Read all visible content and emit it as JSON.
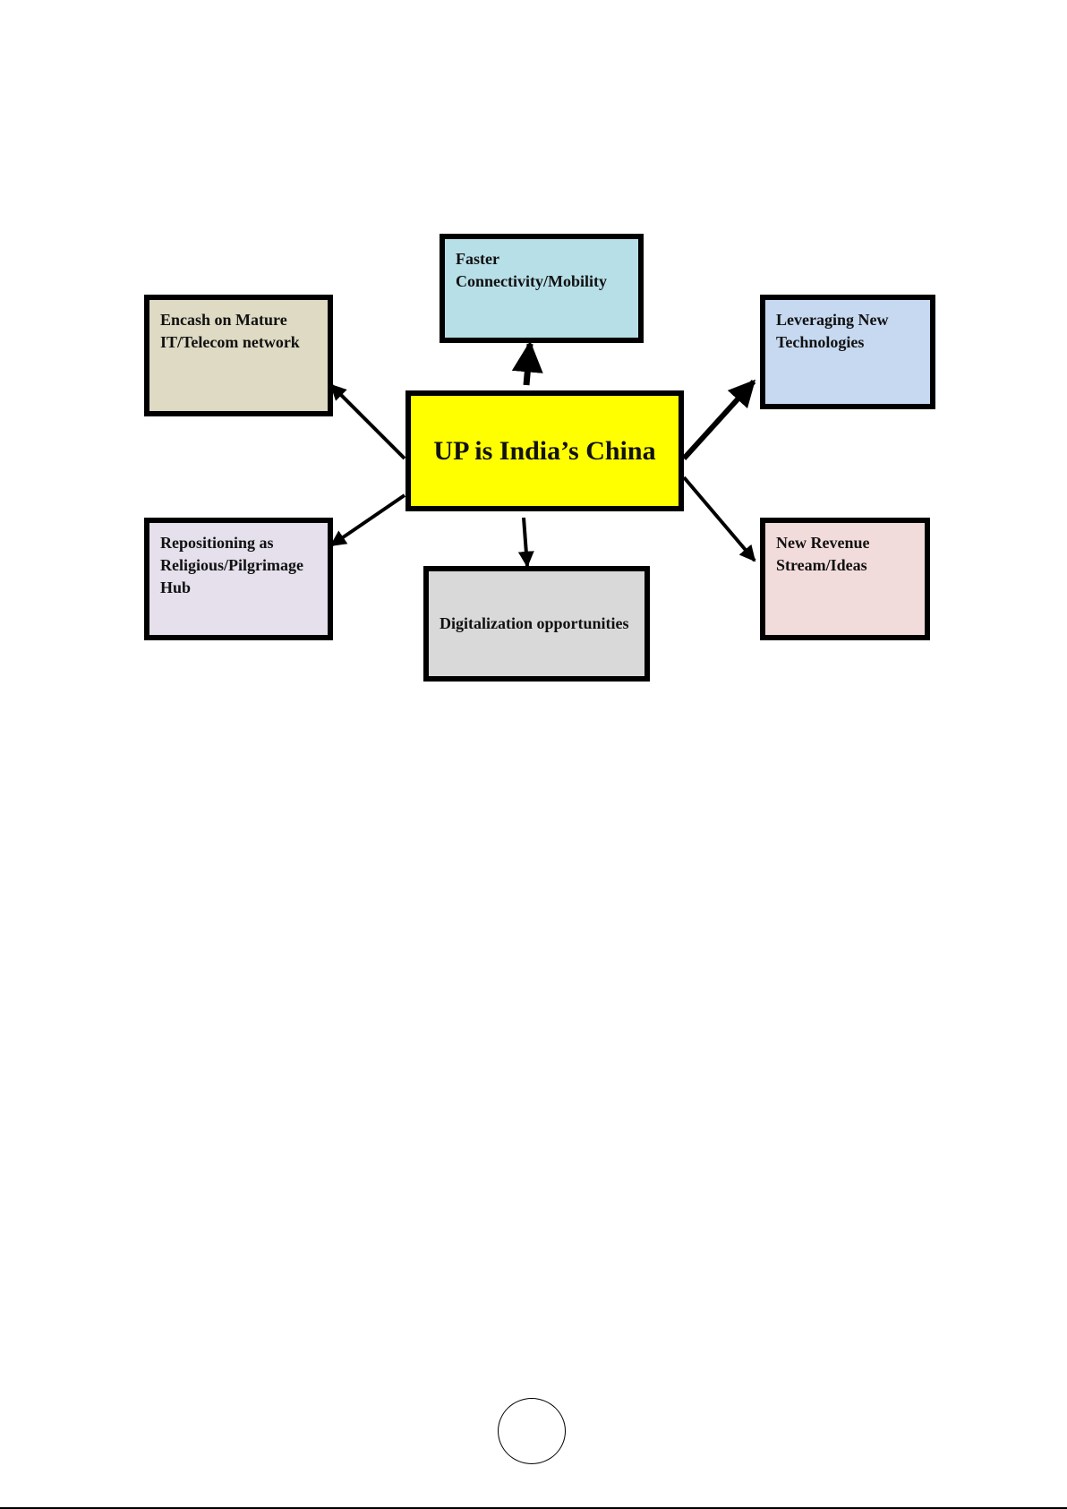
{
  "diagram": {
    "center": {
      "label": "UP is India’s China",
      "fill": "#ffff00"
    },
    "nodes": {
      "faster_connectivity": {
        "label": "Faster\nConnectivity/Mobility",
        "fill": "#b7dfe8"
      },
      "encash": {
        "label": "Encash on Mature\nIT/Telecom network",
        "fill": "#dedac3"
      },
      "leveraging": {
        "label": "Leveraging New\nTechnologies",
        "fill": "#c6d9f1"
      },
      "repositioning": {
        "label": "Repositioning as\nReligious/Pilgrimage\nHub",
        "fill": "#e5e0ec"
      },
      "digitalization": {
        "label": "Digitalization opportunities",
        "fill": "#d9d9d9"
      },
      "new_revenue": {
        "label": "New Revenue\nStream/Ideas",
        "fill": "#f2dcdb"
      }
    },
    "edges": [
      {
        "from": "center",
        "to": "faster_connectivity"
      },
      {
        "from": "center",
        "to": "encash"
      },
      {
        "from": "center",
        "to": "leveraging"
      },
      {
        "from": "center",
        "to": "repositioning"
      },
      {
        "from": "center",
        "to": "digitalization"
      },
      {
        "from": "center",
        "to": "new_revenue"
      }
    ]
  }
}
